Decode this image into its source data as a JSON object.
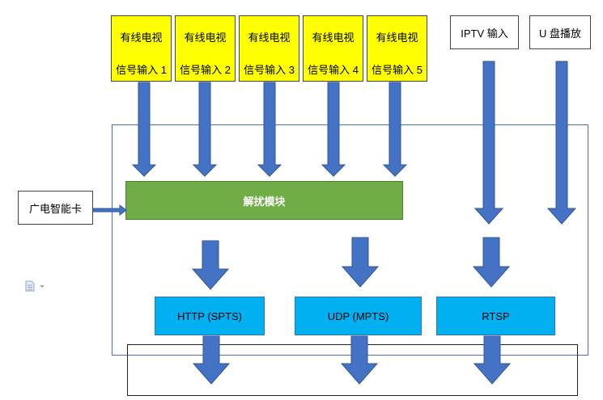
{
  "inputs": [
    {
      "line1": "有线电视",
      "line2": "信号输入 1"
    },
    {
      "line1": "有线电视",
      "line2": "信号输入 2"
    },
    {
      "line1": "有线电视",
      "line2": "信号输入 3"
    },
    {
      "line1": "有线电视",
      "line2": "信号输入 4"
    },
    {
      "line1": "有线电视",
      "line2": "信号输入 5"
    }
  ],
  "iptv_label": "IPTV 输入",
  "usb_label": "U 盘播放",
  "smart_card_label": "广电智能卡",
  "descrambler_label": "解扰模块",
  "outputs": {
    "http": "HTTP (SPTS)",
    "udp": "UDP (MPTS)",
    "rtsp": "RTSP"
  },
  "colors": {
    "input_fill": "#ffff00",
    "descrambler_fill": "#70ad47",
    "output_fill": "#00b0f0",
    "arrow_fill": "#4472c4",
    "frame_stroke": "#4472c4"
  },
  "icons": {
    "paste_options": "clipboard-document-icon"
  }
}
